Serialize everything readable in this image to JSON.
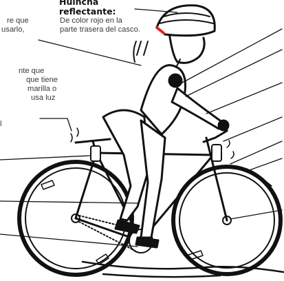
{
  "heading_lines": [
    "Huincha",
    "reflectante:"
  ],
  "callout_desc_lines": [
    "De color rojo en la",
    "parte trasera del casco."
  ],
  "left_partial_top": [
    "re que",
    "usarlo,"
  ],
  "left_partial_mid": [
    "nte que",
    "que tiene",
    "marilla o",
    "usa luz"
  ],
  "left_partial_low": [
    "l"
  ]
}
